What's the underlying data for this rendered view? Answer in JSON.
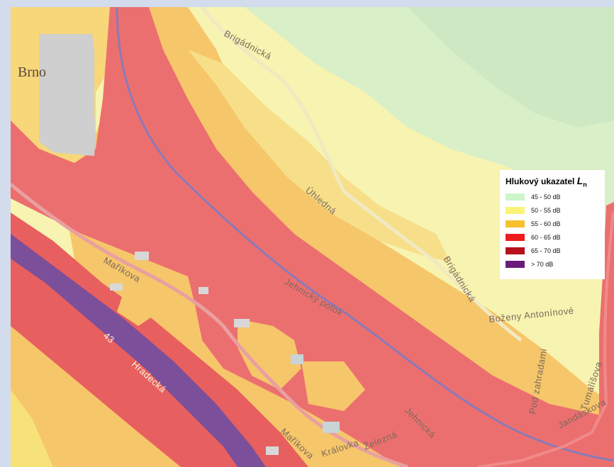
{
  "map": {
    "city_label": "Brno",
    "roads": {
      "brigadnicka_top": "Brigádnická",
      "brigadnicka_mid": "Brigádnická",
      "uhledna": "Úhledná",
      "markova_left": "Maříkova",
      "markova_bottom": "Maříkova",
      "jehnicky_potok": "Jehnický potok",
      "road_number": "43",
      "hradecka": "Hradecká",
      "kralovka": "Královka",
      "zelezna": "Železná",
      "jehnicka": "Jehnická",
      "bozeny": "Boženy Antonínové",
      "pod_zahradami": "Pod zahradami",
      "jandaskova": "Jandáskova",
      "tumaliskova": "Tumalíšova"
    }
  },
  "legend": {
    "title": "Hlukový ukazatel",
    "symbol": "L",
    "subscript": "n",
    "items": [
      {
        "label": "45 - 50 dB",
        "color": "#ccf5c8"
      },
      {
        "label": "50 - 55 dB",
        "color": "#f9f37a"
      },
      {
        "label": "55 - 60 dB",
        "color": "#f7c12d"
      },
      {
        "label": "60 - 65 dB",
        "color": "#ee1c1c"
      },
      {
        "label": "65 - 70 dB",
        "color": "#b5121b"
      },
      {
        "label": "> 70 dB",
        "color": "#6a1b7a"
      }
    ]
  }
}
